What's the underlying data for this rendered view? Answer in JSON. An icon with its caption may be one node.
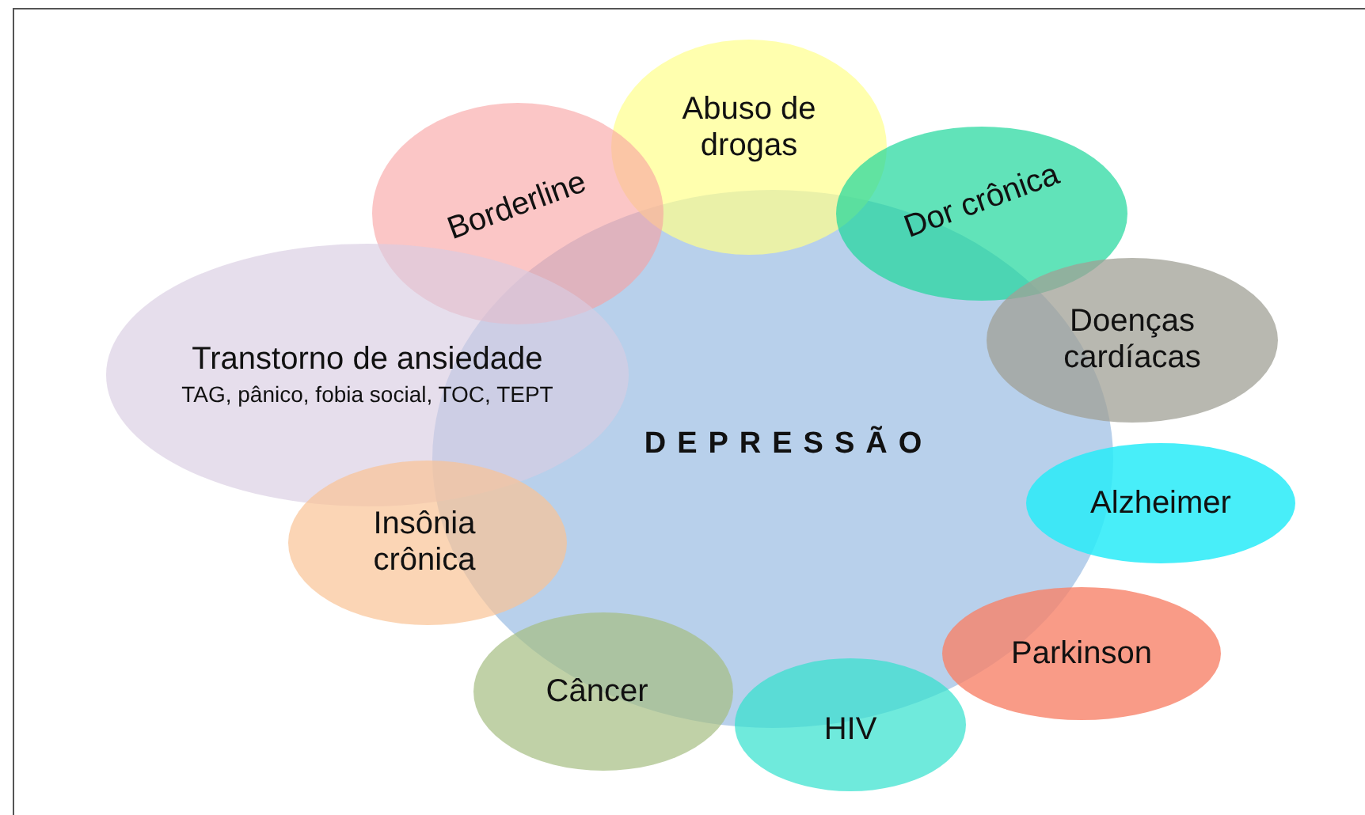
{
  "diagram": {
    "nodes": [
      {
        "text": [
          "DEPRESSÃO"
        ]
      },
      {
        "text": [
          "Abuso de drogas"
        ]
      },
      {
        "text": [
          "Borderline"
        ]
      },
      {
        "text": [
          "Dor crônica"
        ]
      },
      {
        "text": [
          "Doenças cardíacas"
        ]
      },
      {
        "text": [
          "Transtorno de ansiedade",
          "TAG, pânico, fobia social, TOC, TEPT"
        ]
      },
      {
        "text": [
          "Alzheimer"
        ]
      },
      {
        "text": [
          "Insônia crônica"
        ]
      },
      {
        "text": [
          "Parkinson"
        ]
      },
      {
        "text": [
          "Câncer"
        ]
      },
      {
        "text": [
          "HIV"
        ]
      }
    ]
  }
}
